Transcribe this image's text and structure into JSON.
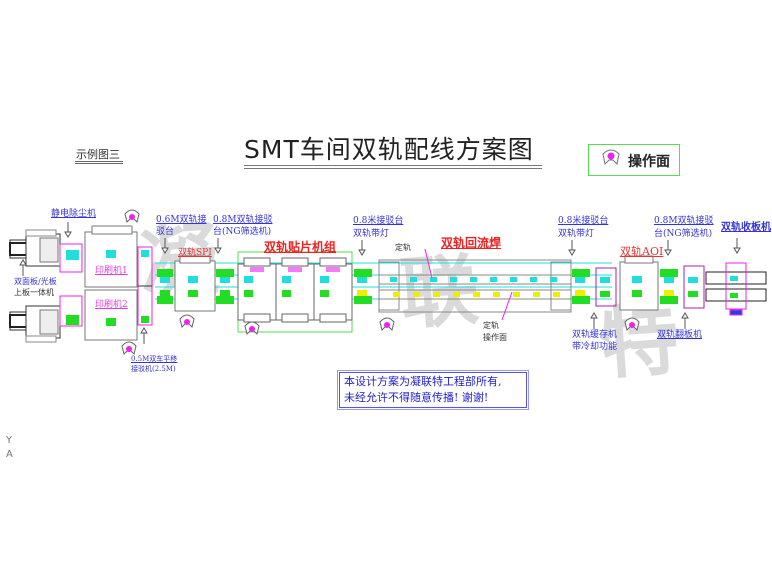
{
  "header": {
    "title": "SMT车间双轨配线方案图",
    "subtitle": "示例图三",
    "legend_label": "操作面",
    "legend_icon": "operator-icon"
  },
  "watermark": [
    "凝",
    "联",
    "特"
  ],
  "stations": [
    {
      "id": "loader",
      "label": "双面板/光板\n上板一体机"
    },
    {
      "id": "printer1",
      "label": "印刷机1"
    },
    {
      "id": "printer2",
      "label": "印刷机2"
    },
    {
      "id": "spi",
      "label": "双轨SPI"
    },
    {
      "id": "mounter_group",
      "label": "双轨贴片机组"
    },
    {
      "id": "reflow",
      "label": "双轨回流焊"
    },
    {
      "id": "aoi",
      "label": "双轨AOI"
    },
    {
      "id": "unloader",
      "label": "双轨收板机"
    }
  ],
  "callouts": {
    "esd": "静电除尘机",
    "conv06": [
      "0.6M双轨接",
      "驳台"
    ],
    "conv08_ng1": [
      "0.8M双轨接驳",
      "台(NG筛选机)"
    ],
    "conv08_light1": [
      "0.8米接驳台",
      "双轨带灯"
    ],
    "conv08_light2": [
      "0.8米接驳台",
      "双轨带灯"
    ],
    "conv08_ng2": [
      "0.8M双轨接驳",
      "台(NG筛选机)"
    ],
    "shuttle": [
      "0.5M双车平移",
      "接驳机(2.5M)"
    ],
    "fixed_rail_top": "定轨",
    "fixed_rail_bottom": [
      "定轨",
      "操作面"
    ],
    "buffer": [
      "双轨缓存机",
      "带冷却功能"
    ],
    "flipper": "双轨翻板机"
  },
  "notice": {
    "line1": "本设计方案为凝联特工程部所有,",
    "line2": "未经允许不得随意传播! 谢谢!"
  },
  "axis_marker": {
    "y": "Y",
    "a": "A"
  },
  "colors": {
    "lane_top": "#22dddd",
    "lane_bottom": "#22dd22",
    "reflow_bottom": "#eeee00",
    "conveyor_green": "#22dd22",
    "magenta": "#ee22ee",
    "blue_text": "#3333dd",
    "red_text": "#ee2222",
    "outline": "#888888"
  }
}
